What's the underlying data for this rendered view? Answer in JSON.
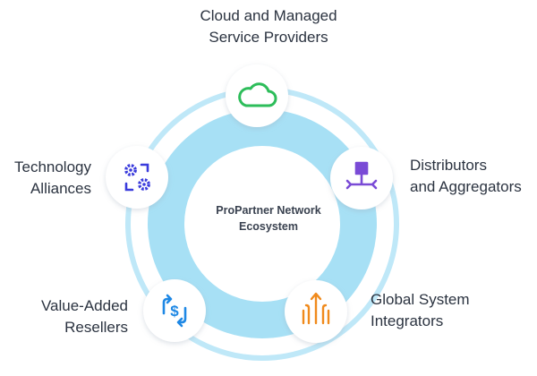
{
  "center": {
    "line1": "ProPartner Network",
    "line2": "Ecosystem"
  },
  "nodes": [
    {
      "id": "cloud",
      "icon": "cloud-icon",
      "color": "#2dbd5a",
      "label": [
        "Cloud and Managed",
        "Service Providers"
      ]
    },
    {
      "id": "distributors",
      "icon": "flow-icon",
      "color": "#7a4bd6",
      "label": [
        "Distributors",
        "and Aggregators"
      ]
    },
    {
      "id": "integrators",
      "icon": "arrows-up-icon",
      "color": "#f08a1c",
      "label": [
        "Global System",
        "Integrators"
      ]
    },
    {
      "id": "resellers",
      "icon": "dollar-sync-icon",
      "color": "#1e88e5",
      "label": [
        "Value-Added",
        "Resellers"
      ]
    },
    {
      "id": "technology",
      "icon": "gears-icon",
      "color": "#3a3bdc",
      "label": [
        "Technology",
        "Alliances"
      ]
    }
  ],
  "colors": {
    "ring_outer": "#bfe8f8",
    "ring_fill": "#a7e0f5",
    "center_fill": "#ffffff",
    "text": "#2b3340"
  }
}
